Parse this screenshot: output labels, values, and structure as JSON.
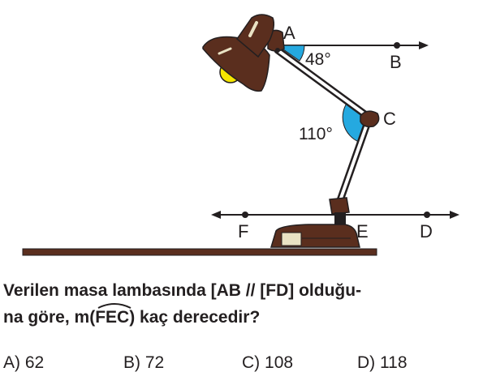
{
  "figure": {
    "points": {
      "A": "A",
      "B": "B",
      "C": "C",
      "D": "D",
      "E": "E",
      "F": "F"
    },
    "angles": {
      "at_A": "48°",
      "at_C": "110°"
    }
  },
  "question": {
    "line1": "Verilen masa lambasında [AB // [FD] olduğu-",
    "line2_prefix": "na göre, m(",
    "angle_name": "FEC",
    "line2_suffix": ") kaç derecedir?"
  },
  "options": [
    {
      "letter": "A)",
      "value": "62"
    },
    {
      "letter": "B)",
      "value": "72"
    },
    {
      "letter": "C)",
      "value": "108"
    },
    {
      "letter": "D)",
      "value": "118"
    }
  ],
  "colors": {
    "lamp_brown": "#5a2e1e",
    "angle_fill": "#25a9e0",
    "bulb": "#f5e600"
  }
}
